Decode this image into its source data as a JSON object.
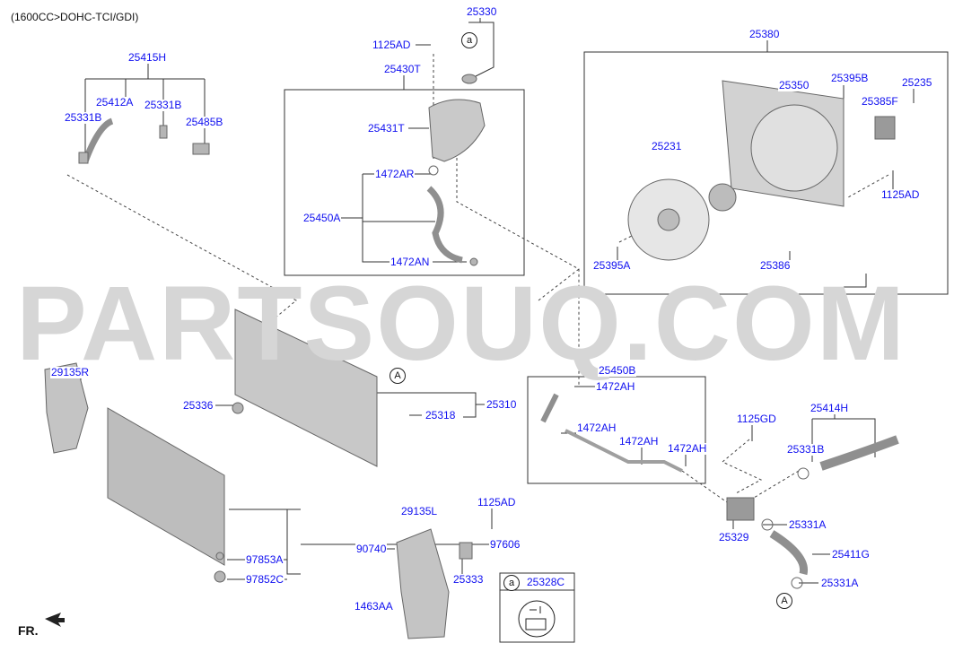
{
  "header": {
    "engine": "(1600CC>DOHC-TCI/GDI)"
  },
  "watermark": "PARTSOUQ.COM",
  "direction": "FR.",
  "markers": {
    "a": "a",
    "A": "A"
  },
  "labels": [
    "25330",
    "1125AD",
    "25415H",
    "25430T",
    "25380",
    "25412A",
    "25331B",
    "25331B",
    "25485B",
    "25431T",
    "1472AR",
    "25450A",
    "1472AN",
    "25350",
    "25395B",
    "25235",
    "25385F",
    "25231",
    "1125AD",
    "25395A",
    "25386",
    "25450B",
    "1472AH",
    "29135R",
    "25336",
    "25318",
    "25310",
    "1472AH",
    "1472AH",
    "1472AH",
    "1125GD",
    "25414H",
    "25331B",
    "29135L",
    "1125AD",
    "25331A",
    "25329",
    "97606",
    "90740",
    "25333",
    "97853A",
    "25411G",
    "97852C",
    "25328C",
    "25331A",
    "1463AA"
  ],
  "colors": {
    "label": "#1010f0",
    "watermark": "#d6d6d6",
    "part": "#a8a8a8"
  }
}
